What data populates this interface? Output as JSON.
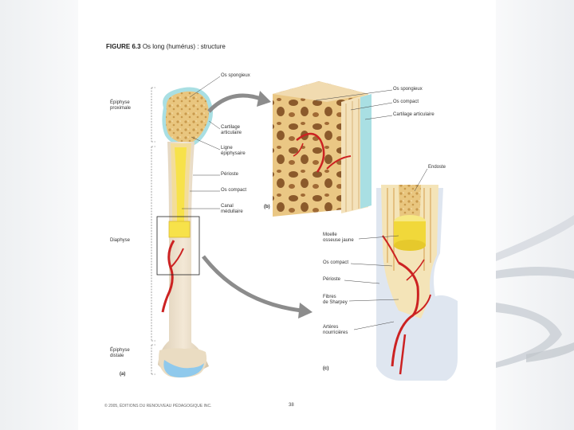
{
  "figure": {
    "title_bold": "FIGURE 6.3",
    "title_rest": "Os long (humérus) : structure",
    "footer": "© 2005, ÉDITIONS DU RENOUVEAU PÉDAGOGIQUE INC.",
    "page_number": "38"
  },
  "panel_a": {
    "letter": "(a)",
    "region_labels": [
      {
        "lines": [
          "Épiphyse",
          "proximale"
        ]
      },
      {
        "lines": [
          "Diaphyse"
        ]
      },
      {
        "lines": [
          "Épiphyse",
          "distale"
        ]
      }
    ],
    "labels": [
      {
        "lines": [
          "Os spongieux"
        ]
      },
      {
        "lines": [
          "Cartilage",
          "articulaire"
        ]
      },
      {
        "lines": [
          "Ligne",
          "épiphysaire"
        ]
      },
      {
        "lines": [
          "Périoste"
        ]
      },
      {
        "lines": [
          "Os compact"
        ]
      },
      {
        "lines": [
          "Canal",
          "médullaire"
        ]
      }
    ]
  },
  "panel_b": {
    "letter": "(b)",
    "labels": [
      {
        "lines": [
          "Os spongieux"
        ]
      },
      {
        "lines": [
          "Os compact"
        ]
      },
      {
        "lines": [
          "Cartilage articulaire"
        ]
      }
    ]
  },
  "panel_c": {
    "letter": "(c)",
    "labels": [
      {
        "lines": [
          "Endoste"
        ]
      },
      {
        "lines": [
          "Moelle",
          "osseuse jaune"
        ]
      },
      {
        "lines": [
          "Os compact"
        ]
      },
      {
        "lines": [
          "Périoste"
        ]
      },
      {
        "lines": [
          "Fibres",
          "de Sharpey"
        ]
      },
      {
        "lines": [
          "Artères",
          "nourricières"
        ]
      }
    ]
  },
  "colors": {
    "bone_yellow": "#f0d39a",
    "spongy": "#e7c27d",
    "compact": "#f4e4b8",
    "cartilage": "#a9dfe3",
    "marrow": "#f7e24a",
    "artery": "#cc2222",
    "periosteum": "#d9e2ee",
    "bone_shaft": "#efe3cf"
  }
}
